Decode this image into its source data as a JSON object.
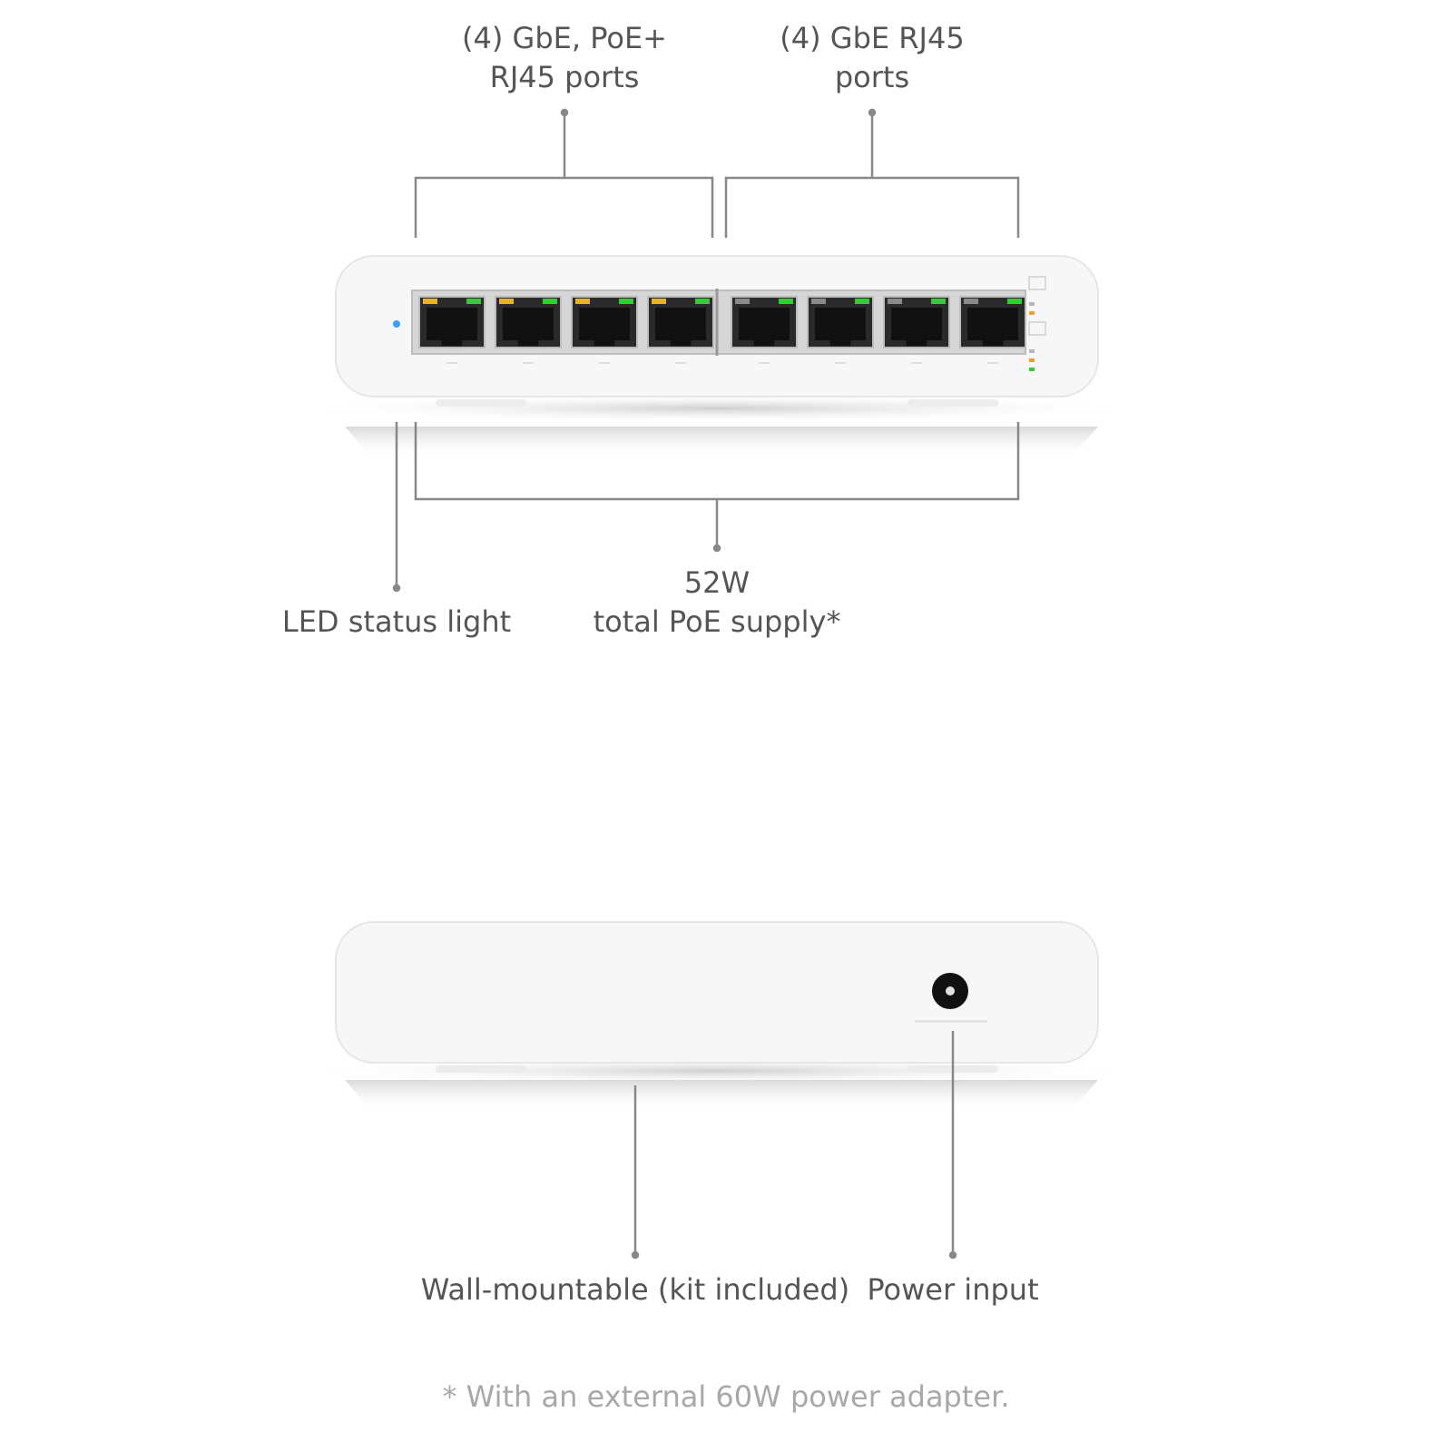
{
  "front_view": {
    "callouts": {
      "poe_ports": "(4) GbE, PoE+\nRJ45 ports",
      "gbe_ports": "(4) GbE RJ45\nports",
      "led_status": "LED status light",
      "poe_budget": "52W\ntotal PoE supply*"
    },
    "ports": [
      {
        "group": "poe",
        "left_led": "amber",
        "right_led": "green"
      },
      {
        "group": "poe",
        "left_led": "amber",
        "right_led": "green"
      },
      {
        "group": "poe",
        "left_led": "amber",
        "right_led": "green"
      },
      {
        "group": "poe",
        "left_led": "amber",
        "right_led": "green"
      },
      {
        "group": "gbe",
        "left_led": "gray",
        "right_led": "green"
      },
      {
        "group": "gbe",
        "left_led": "gray",
        "right_led": "green"
      },
      {
        "group": "gbe",
        "left_led": "gray",
        "right_led": "green"
      },
      {
        "group": "gbe",
        "left_led": "gray",
        "right_led": "green"
      }
    ]
  },
  "back_view": {
    "callouts": {
      "wall_mount": "Wall-mountable (kit included)",
      "power_input": "Power input"
    }
  },
  "footnote": "* With an external 60W power adapter.",
  "colors": {
    "led_status": "#3aa0ff",
    "amber": "#e6b422",
    "green": "#33cc33",
    "gray": "#8a8a8a",
    "line": "#888888"
  }
}
